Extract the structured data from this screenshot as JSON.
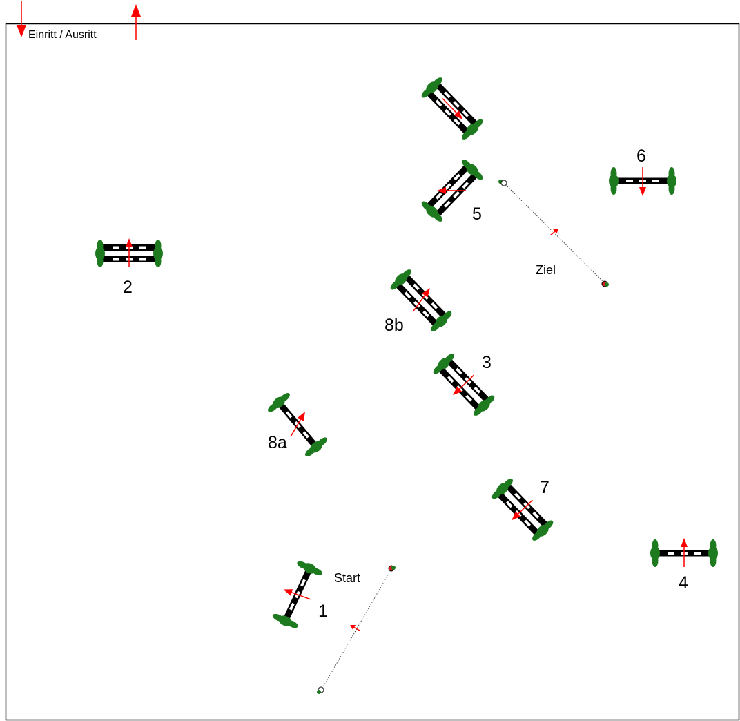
{
  "entry": {
    "label": "Einritt / Ausritt"
  },
  "start_line": {
    "label": "Start"
  },
  "finish_line": {
    "label": "Ziel"
  },
  "jumps": {
    "j1": {
      "label": "1",
      "type": "vertical"
    },
    "j2": {
      "label": "2",
      "type": "oxer"
    },
    "j3": {
      "label": "3",
      "type": "oxer"
    },
    "j4": {
      "label": "4",
      "type": "vertical"
    },
    "j5": {
      "label": "5",
      "type": "oxer"
    },
    "j5b": {
      "label": "",
      "type": "oxer"
    },
    "j6": {
      "label": "6",
      "type": "vertical"
    },
    "j7": {
      "label": "7",
      "type": "oxer"
    },
    "j8a": {
      "label": "8a",
      "type": "vertical"
    },
    "j8b": {
      "label": "8b",
      "type": "oxer"
    }
  },
  "colors": {
    "arena_border": "#000000",
    "arrow": "#ff0000",
    "wing": "#1e7a1e",
    "pole_dark": "#000000",
    "pole_light": "#ffffff"
  }
}
